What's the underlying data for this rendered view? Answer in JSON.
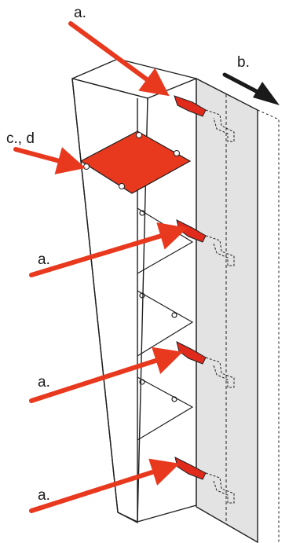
{
  "labels": {
    "a_top": "a.",
    "b": "b.",
    "cd": "c., d",
    "a_mid1": "a.",
    "a_mid2": "a.",
    "a_bottom": "a."
  },
  "colors": {
    "outline": "#1f1f1f",
    "door_fill": "#e3e3e3",
    "highlight_shelf": "#e8391f",
    "arrow_red": "#e8391f",
    "arrow_black": "#1a1a1a",
    "hinge_red": "#e02a1c",
    "hinge_dark": "#222222"
  },
  "icons": {
    "hinge": "cabinet-hinge-icon",
    "arrow": "pointer-arrow-icon"
  }
}
